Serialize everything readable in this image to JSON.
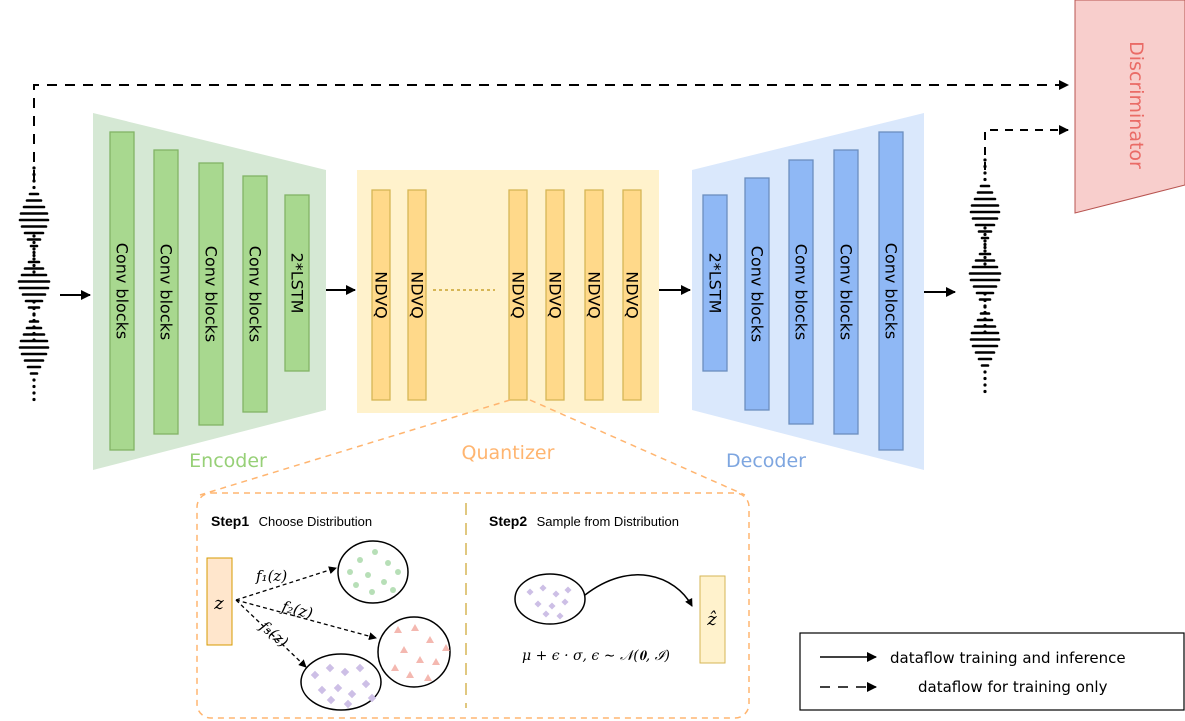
{
  "encoder": {
    "label": "Encoder",
    "blocks": [
      "Conv blocks",
      "Conv blocks",
      "Conv blocks",
      "Conv blocks",
      "2*LSTM"
    ]
  },
  "quantizer": {
    "label": "Quantizer",
    "blocks": [
      "NDVQ",
      "NDVQ",
      "NDVQ",
      "NDVQ",
      "NDVQ",
      "NDVQ"
    ]
  },
  "decoder": {
    "label": "Decoder",
    "blocks": [
      "2*LSTM",
      "Conv blocks",
      "Conv blocks",
      "Conv blocks",
      "Conv blocks"
    ]
  },
  "discriminator": {
    "label": "Discriminator"
  },
  "detail": {
    "step1_title": "Step1",
    "step1_text": "Choose Distribution",
    "step2_title": "Step2",
    "step2_text": "Sample from Distribution",
    "z": "z",
    "z_hat": "ẑ",
    "f1": "f₁(z)",
    "f2": "f₂(z)",
    "f3": "f₃(z)",
    "formula": "μ + ϵ · σ, ϵ ∼ 𝒩(𝟎, ℐ)"
  },
  "legend": {
    "solid": "dataflow training and inference",
    "dashed": "dataflow for training only"
  },
  "colors": {
    "encoder_bg": "#d5e8d4",
    "encoder_block": "#a8d88f",
    "quantizer_bg": "#fff2cc",
    "quantizer_block": "#ffd98a",
    "decoder_bg": "#dae8fc",
    "decoder_block": "#8fb8f5",
    "discriminator": "#f8cecc",
    "dot_green": "#b7dfb7",
    "dot_pink": "#f4b8b0",
    "dot_purple": "#cdbfe6"
  }
}
